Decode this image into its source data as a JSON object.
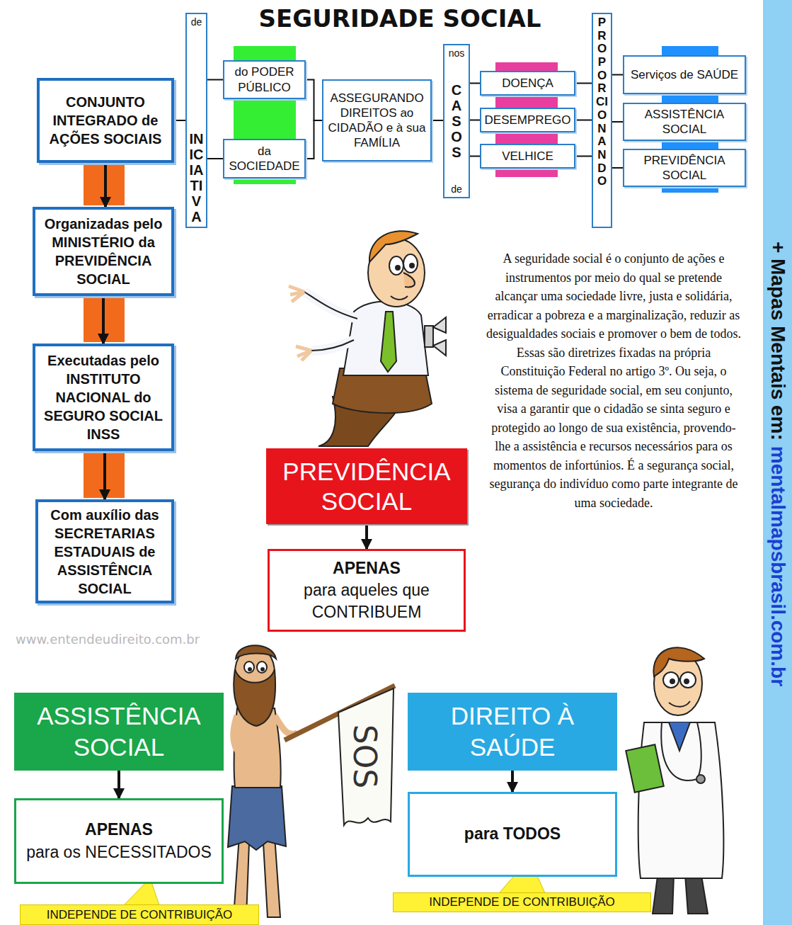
{
  "diagram": {
    "title": "SEGURIDADE SOCIAL",
    "nodes": [
      {
        "text": [
          "CONJUNTO INTEGRADO de AÇÕES SOCIAIS"
        ]
      },
      {
        "text": [
          "de",
          "INICIATIVA"
        ]
      },
      {
        "text": [
          "do PODER PÚBLICO"
        ]
      },
      {
        "text": [
          "da SOCIEDADE"
        ]
      },
      {
        "text": [
          "ASSEGURANDO DIREITOS ao CIDADÃO e à sua FAMÍLIA"
        ]
      },
      {
        "text": [
          "nos",
          "CASOS",
          "de"
        ]
      },
      {
        "text": [
          "DOENÇA"
        ]
      },
      {
        "text": [
          "DESEMPREGO"
        ]
      },
      {
        "text": [
          "VELHICE"
        ]
      },
      {
        "text": [
          "PROPORCIONANDO"
        ]
      },
      {
        "text": [
          "Serviços de SAÚDE"
        ]
      },
      {
        "text": [
          "ASSISTÊNCIA SOCIAL"
        ]
      },
      {
        "text": [
          "PREVIDÊNCIA SOCIAL"
        ]
      },
      {
        "text": [
          "Organizadas pelo MINISTÉRIO da PREVIDÊNCIA SOCIAL"
        ]
      },
      {
        "text": [
          "Executadas pelo INSTITUTO NACIONAL do SEGURO SOCIAL INSS"
        ]
      },
      {
        "text": [
          "Com auxílio das SECRETARIAS ESTADUAIS de ASSISTÊNCIA SOCIAL"
        ]
      },
      {
        "text": [
          "PREVIDÊNCIA SOCIAL"
        ]
      },
      {
        "text": [
          "APENAS",
          "para aqueles que CONTRIBUEM"
        ]
      },
      {
        "text": [
          "ASSISTÊNCIA SOCIAL"
        ]
      },
      {
        "text": [
          "APENAS",
          "para os NECESSITADOS"
        ]
      },
      {
        "text": [
          "INDEPENDE DE CONTRIBUIÇÃO"
        ]
      },
      {
        "text": [
          "DIREITO À SAÚDE"
        ]
      },
      {
        "text": [
          "para TODOS"
        ]
      },
      {
        "text": [
          "INDEPENDE DE CONTRIBUIÇÃO"
        ]
      },
      {
        "text": [
          "+ Mapas Mentais em:",
          "mentalmapsbrasil.com.br"
        ]
      }
    ],
    "edges": [
      {
        "from": 0,
        "to": 1,
        "arrow": "none"
      },
      {
        "from": 1,
        "to": 2,
        "arrow": "none"
      },
      {
        "from": 1,
        "to": 3,
        "arrow": "none"
      },
      {
        "from": 2,
        "to": 4,
        "arrow": "none"
      },
      {
        "from": 3,
        "to": 4,
        "arrow": "none"
      },
      {
        "from": 4,
        "to": 5,
        "arrow": "none"
      },
      {
        "from": 5,
        "to": 6,
        "arrow": "none"
      },
      {
        "from": 5,
        "to": 7,
        "arrow": "none"
      },
      {
        "from": 5,
        "to": 8,
        "arrow": "none"
      },
      {
        "from": 6,
        "to": 9,
        "arrow": "none"
      },
      {
        "from": 7,
        "to": 9,
        "arrow": "none"
      },
      {
        "from": 8,
        "to": 9,
        "arrow": "none"
      },
      {
        "from": 9,
        "to": 10,
        "arrow": "none"
      },
      {
        "from": 9,
        "to": 11,
        "arrow": "none"
      },
      {
        "from": 9,
        "to": 12,
        "arrow": "none"
      },
      {
        "from": 0,
        "to": 13,
        "arrow": "to"
      },
      {
        "from": 13,
        "to": 14,
        "arrow": "to"
      },
      {
        "from": 14,
        "to": 15,
        "arrow": "to"
      },
      {
        "from": 16,
        "to": 17,
        "arrow": "to"
      },
      {
        "from": 18,
        "to": 19,
        "arrow": "to"
      },
      {
        "from": 21,
        "to": 22,
        "arrow": "to"
      }
    ],
    "labels": [
      "A seguridade social é o conjunto de ações e instrumentos por meio do qual se pretende alcançar uma sociedade livre, justa e solidária, erradicar a pobreza e a marginalização, reduzir as desigualdades sociais e promover o bem de todos. Essas são diretrizes fixadas na própria Constituição Federal no artigo 3º. Ou seja, o sistema de seguridade social, em seu conjunto, visa a garantir que o cidadão se sinta seguro e protegido ao longo de sua existência, provendo-lhe a assistência e recursos necessários para os momentos de infortúnios. É a segurança social, segurança do indivíduo como parte integrante de uma sociedade.",
      "SOS",
      "www.entendeudireito.com.br"
    ]
  }
}
